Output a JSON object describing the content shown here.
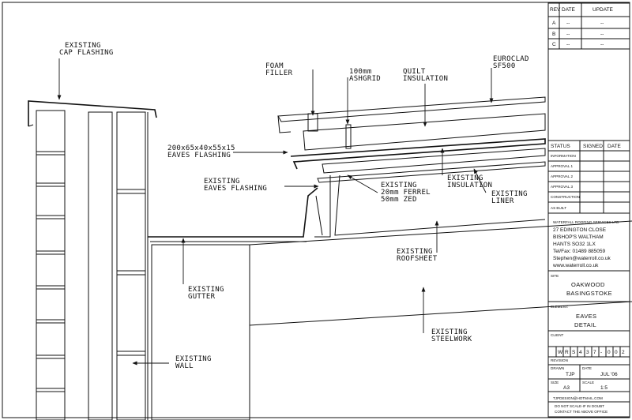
{
  "drawing": {
    "labels": {
      "cap_flashing": [
        "EXISTING",
        "CAP FLASHING"
      ],
      "foam_filler": [
        "FOAM",
        "FILLER"
      ],
      "ashgrid": [
        "100mm",
        "ASHGRID"
      ],
      "quilt": [
        "QUILT",
        "INSULATION"
      ],
      "euroclad": [
        "EUROCLAD",
        "SF500"
      ],
      "eaves_flashing_new": [
        "200x65x40x55x15",
        "EAVES FLASHING"
      ],
      "eaves_flashing_existing": [
        "EXISTING",
        "EAVES FLASHING"
      ],
      "ferrel_zed": [
        "EXISTING",
        "20mm FERREL",
        "50mm ZED"
      ],
      "existing_insulation": [
        "EXISTING",
        "INSULATION"
      ],
      "existing_liner": [
        "EXISTING",
        "LINER"
      ],
      "roofsheet": [
        "EXISTING",
        "ROOFSHEET"
      ],
      "gutter": [
        "EXISTING",
        "GUTTER"
      ],
      "steelwork": [
        "EXISTING",
        "STEELWORK"
      ],
      "wall": [
        "EXISTING",
        "WALL"
      ]
    }
  },
  "title_block": {
    "revisions": {
      "headers": [
        "REV",
        "DATE",
        "UPDATE"
      ],
      "rows": [
        {
          "rev": "A",
          "date": "--",
          "update": "--"
        },
        {
          "rev": "B",
          "date": "--",
          "update": "--"
        },
        {
          "rev": "C",
          "date": "--",
          "update": "--"
        }
      ]
    },
    "status": {
      "headers": [
        "STATUS",
        "SIGNED",
        "DATE"
      ],
      "rows": [
        "INFORMATION",
        "APPROVAL 1",
        "APPROVAL 2",
        "APPROVAL 3",
        "CONSTRUCTION",
        "AS BUILT"
      ]
    },
    "company": {
      "lines": [
        "WATERFALL ROOFING SERVICES LTD",
        "27 EDINGTON CLOSE",
        "BISHOP'S WALTHAM",
        "HANTS SO32 1LX",
        "Tel/Fax: 01489 885059",
        "Stephen@waterroll.co.uk",
        "www.waterroll.co.uk"
      ]
    },
    "site": {
      "label": "SITE",
      "lines": [
        "OAKWOOD",
        "BASINGSTOKE"
      ]
    },
    "element": {
      "label": "ELEMENT:",
      "lines": [
        "EAVES",
        "DETAIL"
      ]
    },
    "client": {
      "label": "CLIENT"
    },
    "drawing_no": {
      "chars": [
        "W",
        "R",
        "S",
        "4",
        "3",
        "7",
        "-",
        "0",
        "0",
        "2"
      ]
    },
    "revision_label": "REVISION",
    "drawn": {
      "label": "DRAWN",
      "value": "TJP"
    },
    "date": {
      "label": "DATE",
      "value": "JUL '06"
    },
    "size": {
      "label": "SIZE",
      "value": "A3"
    },
    "scale": {
      "label": "SCALE",
      "value": "1:5"
    },
    "footer": [
      "TJPDESIGN@HOTMAIL.COM",
      "DO NOT SCALE-IF IN DOUBT",
      "CONTACT THE ABOVE OFFICE"
    ]
  }
}
